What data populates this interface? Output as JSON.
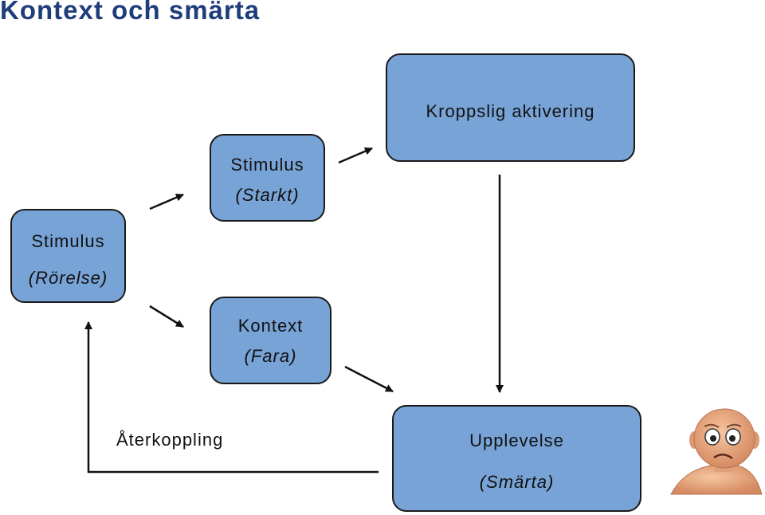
{
  "title": "Kontext och smärta",
  "nodes": {
    "kroppslig": {
      "line1": "Kroppslig aktivering"
    },
    "stimulus_starkt": {
      "line1": "Stimulus",
      "line2": "(Starkt)"
    },
    "stimulus_rorelse": {
      "line1": "Stimulus",
      "line2": "(Rörelse)"
    },
    "kontext": {
      "line1": "Kontext",
      "line2": "(Fara)"
    },
    "upplevelse": {
      "line1": "Upplevelse",
      "line2": "(Smärta)"
    }
  },
  "feedback_label": "Återkoppling",
  "colors": {
    "box_fill": "#78a3d6",
    "title": "#1f3d7a",
    "arrow": "#111111"
  },
  "face_icon": "worried-face-icon"
}
